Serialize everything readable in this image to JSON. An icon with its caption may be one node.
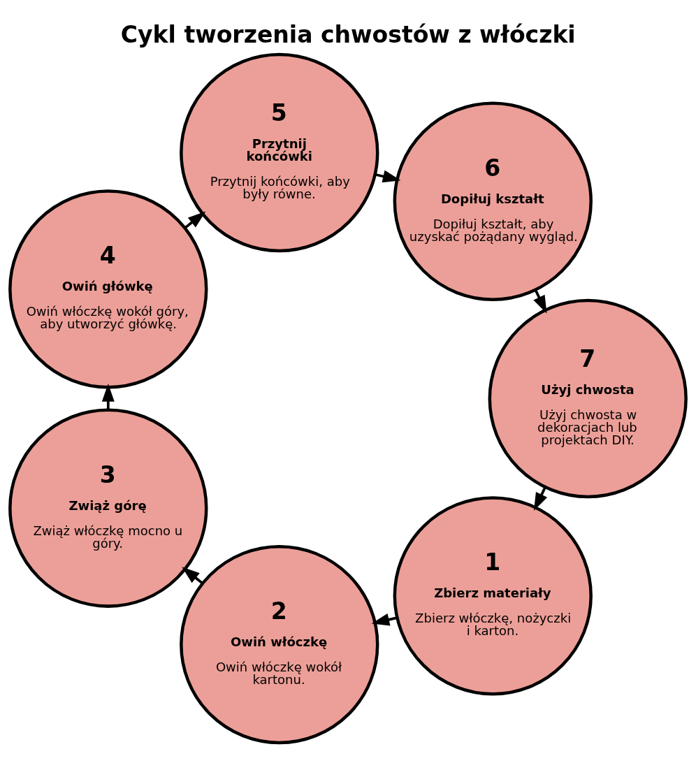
{
  "diagram": {
    "title": "Cykl tworzenia chwostów z włóczki",
    "nodes": [
      {
        "text": [
          "1",
          "Zbierz materiały",
          "Zbierz włóczkę, nożyczki i karton."
        ]
      },
      {
        "text": [
          "2",
          "Owiń włóczkę",
          "Owiń włóczkę wokół kartonu."
        ]
      },
      {
        "text": [
          "3",
          "Zwiąż górę",
          "Zwiąż włóczkę mocno u góry."
        ]
      },
      {
        "text": [
          "4",
          "Owiń główkę",
          "Owiń włóczkę wokół góry, aby utworzyć główkę."
        ]
      },
      {
        "text": [
          "5",
          "Przytnij końcówki",
          "Przytnij końcówki, aby były równe."
        ]
      },
      {
        "text": [
          "6",
          "Dopiłuj kształt",
          "Dopiłuj kształt, aby uzyskać pożądany wygląd."
        ]
      },
      {
        "text": [
          "7",
          "Użyj chwosta",
          "Użyj chwosta w dekoracjach lub projektach DIY."
        ]
      }
    ],
    "edges": [
      {
        "from": 0,
        "to": 1,
        "arrow": "to"
      },
      {
        "from": 1,
        "to": 2,
        "arrow": "to"
      },
      {
        "from": 2,
        "to": 3,
        "arrow": "to"
      },
      {
        "from": 3,
        "to": 4,
        "arrow": "to"
      },
      {
        "from": 4,
        "to": 5,
        "arrow": "to"
      },
      {
        "from": 5,
        "to": 6,
        "arrow": "to"
      },
      {
        "from": 6,
        "to": 0,
        "arrow": "to"
      }
    ]
  }
}
